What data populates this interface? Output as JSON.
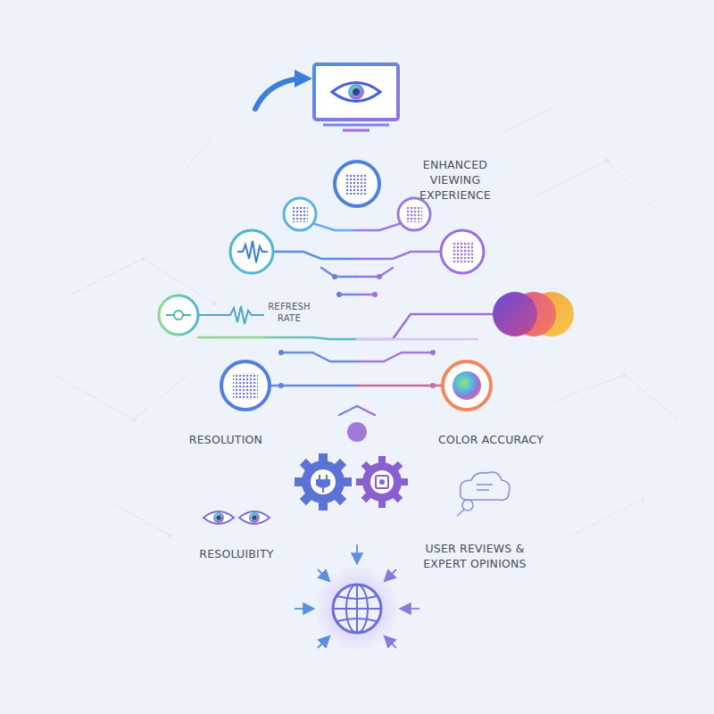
{
  "diagram": {
    "labels": [
      "ENHANCED VIEWING EXPERIENCE",
      "REFRESH RATE",
      "RESOLUTION",
      "COLOR ACCURACY",
      "RESOLUIBITY",
      "USER REVIEWS & EXPERT OPINIONS"
    ]
  }
}
